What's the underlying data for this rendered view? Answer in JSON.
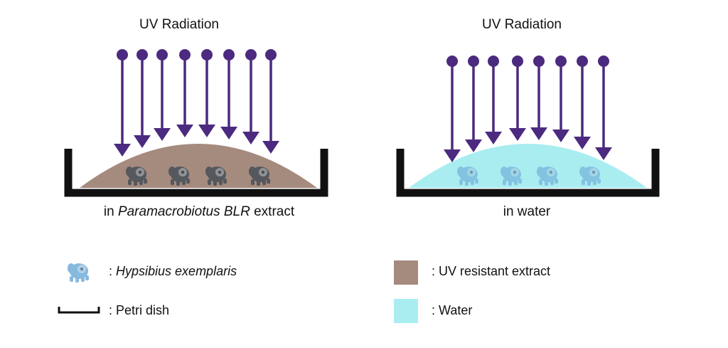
{
  "panels": [
    {
      "id": "left",
      "title": "UV Radiation",
      "caption_prefix": "in ",
      "caption_italic": "Paramacrobiotus BLR",
      "caption_suffix": " extract",
      "medium_color": "#a58a7e",
      "organism_count": 4,
      "arrow_count": 8
    },
    {
      "id": "right",
      "title": "UV Radiation",
      "caption_prefix": "in water",
      "caption_italic": "",
      "caption_suffix": "",
      "medium_color": "#a9edf1",
      "organism_count": 4,
      "arrow_count": 8
    }
  ],
  "legend": {
    "organism": {
      "prefix": ": ",
      "name": "Hypsibius exemplaris",
      "icon": "tardigrade-icon"
    },
    "dish": {
      "text": ": Petri dish",
      "icon": "petri-dish-icon"
    },
    "extract": {
      "text": ": UV resistant extract",
      "color": "#a58a7e"
    },
    "water": {
      "text": ": Water",
      "color": "#a9edf1"
    }
  },
  "colors": {
    "arrow": "#4b2a7f",
    "dish": "#111111",
    "organism_dark": "#55585c",
    "organism_light": "#6aa8d8"
  }
}
